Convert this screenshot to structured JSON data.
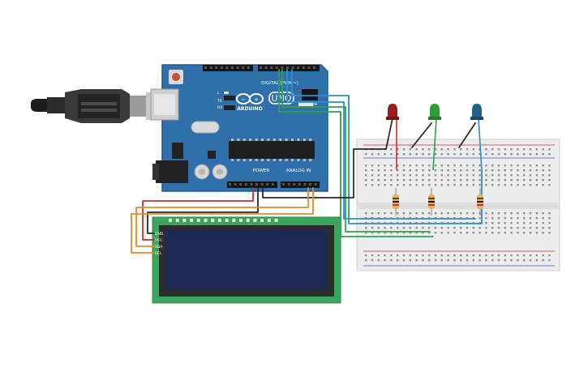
{
  "colors": {
    "board": "#2f6faa",
    "board_dark": "#1f4f7e",
    "lcd_pcb": "#3aa55c",
    "lcd_screen": "#1d2a52",
    "breadboard": "#ececec",
    "rail_red": "#d22c2c",
    "rail_blue": "#2f5fb0",
    "wire_red": "#d42a2a",
    "wire_black": "#2a2a2a",
    "wire_orange": "#e88a22",
    "wire_green": "#2ea34a",
    "wire_blue": "#2d8fd0",
    "led_red": "#9c1d1d",
    "led_green": "#2f9e3a",
    "led_blue": "#20638f"
  },
  "arduino": {
    "brand": "ARDUINO",
    "model": "UNO",
    "digital_label": "DIGITAL (PWM~)",
    "analog_label": "ANALOG IN",
    "power_label": "POWER",
    "on_label": "ON",
    "tx_label": "TX",
    "rx_label": "RX",
    "l_label": "L",
    "icon": "infinity-logo-icon"
  },
  "lcd": {
    "pins": [
      "GND",
      "VCC",
      "SDA",
      "SCL"
    ]
  },
  "components": {
    "leds": [
      "led-red",
      "led-green",
      "led-blue"
    ],
    "resistors": 3
  }
}
